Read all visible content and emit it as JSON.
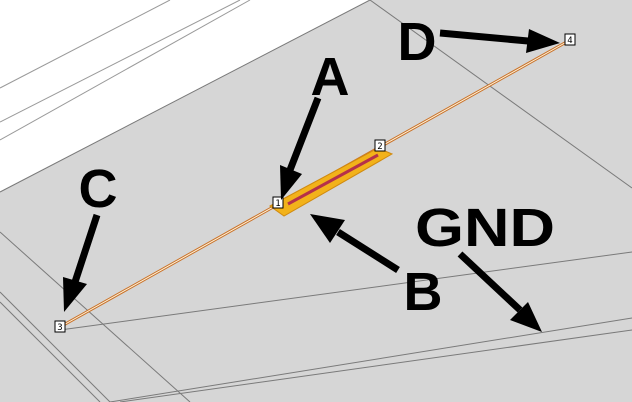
{
  "colors": {
    "background": "#ffffff",
    "ground_plane": "#d6d6d6",
    "plane_edge": "#7a7a7a",
    "feed_line": "#c9722a",
    "component_body": "#f2b21a",
    "component_stripe": "#b5314a",
    "arrow": "#000000",
    "port_fill": "#ffffff",
    "port_stroke": "#000000"
  },
  "labels": {
    "a": "A",
    "b": "B",
    "c": "C",
    "d": "D",
    "gnd": "GND"
  },
  "ports": {
    "p1": "1",
    "p2": "2",
    "p3": "3",
    "p4": "4"
  }
}
